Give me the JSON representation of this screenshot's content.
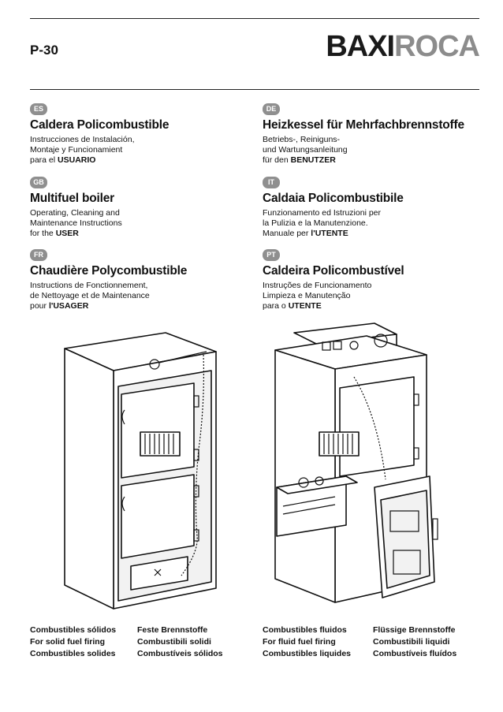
{
  "header": {
    "model": "P-30",
    "brand_part1": "BAXI",
    "brand_part2": "ROCA"
  },
  "languages": [
    {
      "code": "ES",
      "title": "Caldera Policombustible",
      "line1": "Instrucciones de Instalación,",
      "line2": "Montaje y Funcionamient",
      "line3_prefix": "para el ",
      "line3_strong": "USUARIO"
    },
    {
      "code": "DE",
      "title": "Heizkessel für Mehrfachbrennstoffe",
      "line1": "Betriebs-, Reiniguns-",
      "line2": "und Wartungsanleitung",
      "line3_prefix": "für den ",
      "line3_strong": "BENUTZER"
    },
    {
      "code": "GB",
      "title": "Multifuel boiler",
      "line1": "Operating, Cleaning and",
      "line2": "Maintenance Instructions",
      "line3_prefix": "for the ",
      "line3_strong": "USER"
    },
    {
      "code": "IT",
      "title": "Caldaia Policombustibile",
      "line1": "Funzionamento ed Istruzioni per",
      "line2": "la  Pulizia e la Manutenzione.",
      "line3_prefix": "Manuale per ",
      "line3_strong": "l'UTENTE"
    },
    {
      "code": "FR",
      "title": "Chaudière Polycombustible",
      "line1": "Instructions de Fonctionnement,",
      "line2": "de Nettoyage et de Maintenance",
      "line3_prefix": "pour ",
      "line3_strong": "l'USAGER"
    },
    {
      "code": "PT",
      "title": "Caldeira Policombustível",
      "line1": "Instruções de Funcionamento",
      "line2": "Limpieza e Manutenção",
      "line3_prefix": "para o ",
      "line3_strong": "UTENTE"
    }
  ],
  "fuels": {
    "solid_col1": [
      "Combustibles sólidos",
      "For solid fuel firing",
      "Combustibles solides"
    ],
    "solid_col2": [
      "Feste Brennstoffe",
      "Combustibili solidi",
      "Combustíveis sólidos"
    ],
    "fluid_col1": [
      "Combustibles fluidos",
      "For fluid fuel firing",
      "Combustibles liquides"
    ],
    "fluid_col2": [
      "Flüssige Brennstoffe",
      "Combustibili liquidi",
      "Combustíveis fluídos"
    ]
  }
}
